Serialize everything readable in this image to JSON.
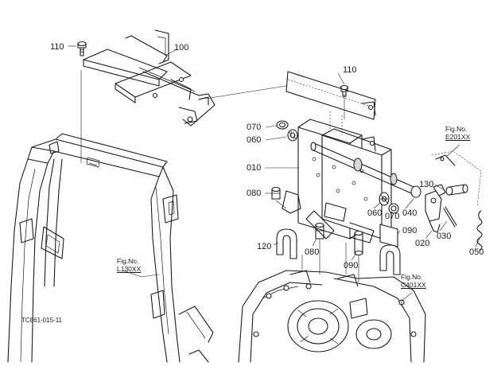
{
  "drawing_code": "TC861-015-11",
  "part_labels": [
    {
      "id": "p110a",
      "text": "110"
    },
    {
      "id": "p100",
      "text": "100"
    },
    {
      "id": "p110b",
      "text": "110"
    },
    {
      "id": "p070a",
      "text": "070"
    },
    {
      "id": "p060a",
      "text": "060"
    },
    {
      "id": "p010",
      "text": "010"
    },
    {
      "id": "p080a",
      "text": "080"
    },
    {
      "id": "p120",
      "text": "120"
    },
    {
      "id": "p080b",
      "text": "080"
    },
    {
      "id": "p090a",
      "text": "090"
    },
    {
      "id": "p060b",
      "text": "060"
    },
    {
      "id": "p070b",
      "text": "070"
    },
    {
      "id": "p040",
      "text": "040"
    },
    {
      "id": "p090b",
      "text": "090"
    },
    {
      "id": "p020",
      "text": "020"
    },
    {
      "id": "p030",
      "text": "030"
    },
    {
      "id": "p130",
      "text": "130"
    },
    {
      "id": "p050",
      "text": "050"
    }
  ],
  "figure_refs": [
    {
      "id": "e201",
      "prefix": "Fig.No.",
      "number": "E201XX"
    },
    {
      "id": "l130",
      "prefix": "Fig.No.",
      "number": "L130XX"
    },
    {
      "id": "c401",
      "prefix": "Fig.No.",
      "number": "C401XX"
    }
  ]
}
